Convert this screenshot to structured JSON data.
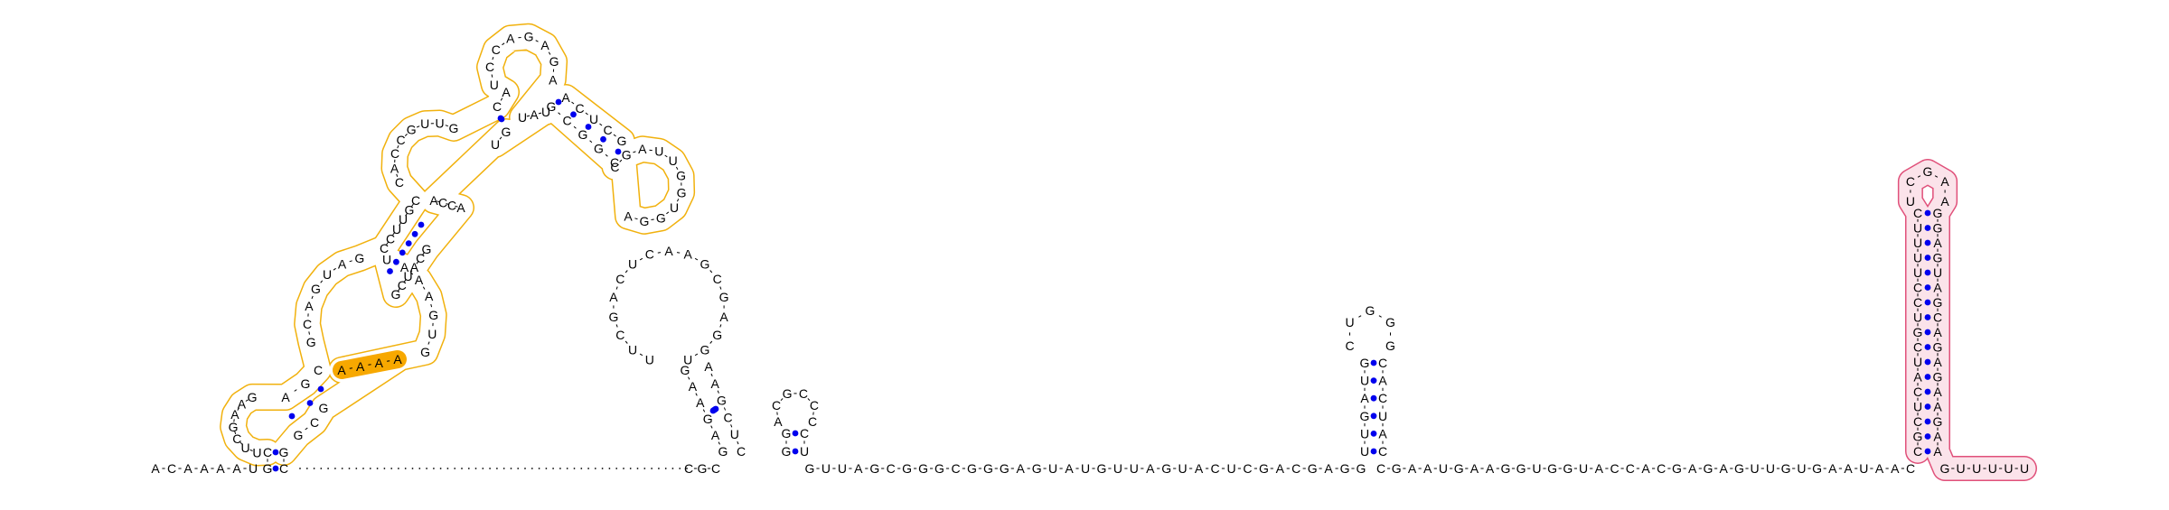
{
  "diagram": {
    "type": "rna-secondary-structure",
    "colors": {
      "nucleotide": "#000000",
      "base_pair_dot": "#0000ee",
      "backbone_tick": "#000000",
      "highlight_outline_orange": "#f0ad00",
      "highlight_fill_orange": "#f7a800",
      "highlight_outline_pink": "#e0507a",
      "highlight_fill_pink": "#fbe3ea"
    },
    "sequences": {
      "five_prime_tail": "ACAAAAU",
      "helix_a_5": "GC",
      "helix_a_3": "GC",
      "hairpin_a_loop": "UUCGAAG",
      "helix_b_5": "AG",
      "helix_b_3": "CG",
      "helix_c_5": "C",
      "helix_c_3": "G",
      "multiloop_entry": "AAAA",
      "upper_arm_5": "GCAGUAG",
      "upper_arm_3": "UAAAGUG",
      "helix_d_5": "CCUUGC",
      "helix_d_3": "GCAUCG",
      "mid_loop_right": "ACCA",
      "mid_loop_left": "CACCGUUG",
      "helix_e_5": "CA",
      "helix_e_3": "UG",
      "apex_loop": "UCCAGAGA",
      "helix_f_5": "GCGGC",
      "helix_f_3": "GCUCA",
      "hairpin_f_loop": "CGAUUGGUGGA",
      "linker_gap": "UAU",
      "unpaired_dots": "........................................................",
      "hairpin_g_stem_5": "GAGAAG",
      "hairpin_g_stem_3": "CUCGAA",
      "hairpin_g_loop": "UUCGACUCAAGCGAGGU",
      "hairpin_h_stem_5": "GG",
      "hairpin_h_stem_3": "CU",
      "hairpin_h_loop": "ACGCCC",
      "linker_cgc": "CGC",
      "linker_main": "GUUAGCGGGCGGGAGUAUGUUAGUACUCGACGAGG",
      "hairpin_i_stem_5": "UUGAUG",
      "hairpin_i_stem_3": "CACUAC",
      "hairpin_i_loop": "CUGGG",
      "linker_tail": "CGAAUGAAGGUGGUACCACGAGAGUUGUGAAUAAC",
      "hairpin_j_stem_5": "CGCUCAUCGUCCUUUUC",
      "hairpin_j_stem_3": "GGAGUAGCAGAGAAGAA",
      "hairpin_j_loop": "UCGAA",
      "three_prime_tail": "GUUUUU"
    }
  }
}
